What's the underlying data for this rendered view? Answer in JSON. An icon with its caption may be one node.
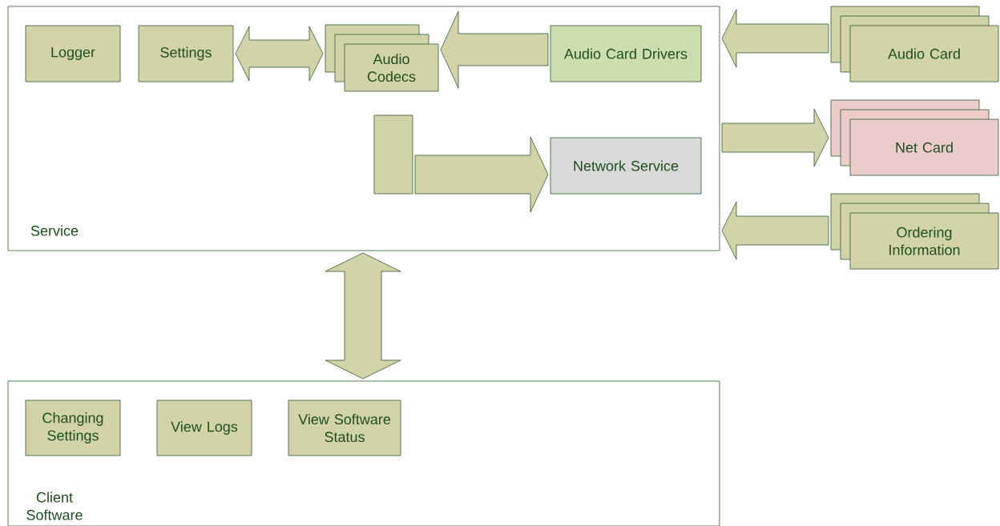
{
  "diagram": {
    "nodes": [
      {
        "text": [
          "Service"
        ]
      },
      {
        "text": [
          "Logger"
        ],
        "in": 0
      },
      {
        "text": [
          "Settings"
        ],
        "in": 0
      },
      {
        "text": [
          "Audio Codecs"
        ],
        "in": 0
      },
      {
        "text": [
          "Audio Card Drivers"
        ],
        "in": 0
      },
      {
        "text": [
          "Network Service"
        ],
        "in": 0
      },
      {
        "text": [],
        "shape": "box",
        "in": 0
      },
      {
        "text": [
          "Audio Card"
        ]
      },
      {
        "text": [
          "Net Card"
        ]
      },
      {
        "text": [
          "Ordering Information"
        ]
      },
      {
        "text": [
          "Client Software"
        ]
      },
      {
        "text": [
          "Changing Settings"
        ],
        "in": 10
      },
      {
        "text": [
          "View Logs"
        ],
        "in": 10
      },
      {
        "text": [
          "View Software Status"
        ],
        "in": 10
      }
    ],
    "edges": [
      {
        "from": 2,
        "to": 3,
        "arrow": "both"
      },
      {
        "from": 4,
        "to": 3,
        "arrow": "to"
      },
      {
        "from": 6,
        "to": 5,
        "arrow": "to"
      },
      {
        "from": 7,
        "to": 0,
        "arrow": "to"
      },
      {
        "from": 0,
        "to": 8,
        "arrow": "to"
      },
      {
        "from": 9,
        "to": 0,
        "arrow": "to"
      },
      {
        "from": 0,
        "to": 10,
        "arrow": "both"
      }
    ]
  }
}
